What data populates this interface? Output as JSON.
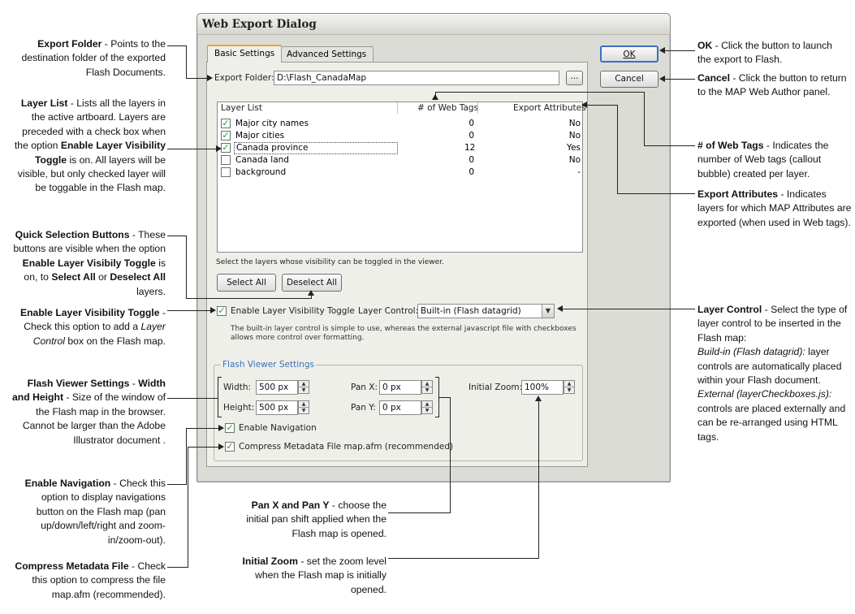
{
  "dialog": {
    "title": "Web Export Dialog",
    "tabs": [
      "Basic Settings",
      "Advanced Settings"
    ],
    "ok_label": "OK",
    "cancel_label": "Cancel",
    "export_folder_label": "Export Folder:",
    "export_folder_value": "D:\\Flash_CanadaMap",
    "browse_label": "...",
    "layer_list": {
      "headers": [
        "Layer List",
        "# of Web Tags",
        "Export Attributes"
      ],
      "rows": [
        {
          "name": "Major city names",
          "tags": "0",
          "attributes": "No",
          "checked": true
        },
        {
          "name": "Major cities",
          "tags": "0",
          "attributes": "No",
          "checked": true
        },
        {
          "name": "Canada province",
          "tags": "12",
          "attributes": "Yes",
          "checked": true
        },
        {
          "name": "Canada land",
          "tags": "0",
          "attributes": "No",
          "checked": false
        },
        {
          "name": "background",
          "tags": "0",
          "attributes": "-",
          "checked": false
        }
      ]
    },
    "select_hint": "Select the layers whose visibility can be toggled in the viewer.",
    "select_all_label": "Select All",
    "deselect_all_label": "Deselect All",
    "enable_toggle_label": "Enable Layer Visibility Toggle",
    "layer_control_label": "Layer Control:",
    "layer_control_value": "Built-in (Flash datagrid)",
    "layer_control_desc_1": "The built-in layer control is simple to use, whereas the external javascript file with checkboxes",
    "layer_control_desc_2": "allows more control over formatting.",
    "viewer_group_title": "Flash Viewer Settings",
    "width_label": "Width:",
    "width_value": "500 px",
    "height_label": "Height:",
    "height_value": "500 px",
    "panx_label": "Pan X:",
    "panx_value": "0 px",
    "pany_label": "Pan Y:",
    "pany_value": "0 px",
    "zoom_label": "Initial Zoom:",
    "zoom_value": "100%",
    "enable_navigation_label": "Enable Navigation",
    "compress_label": "Compress Metadata File map.afm (recommended)"
  },
  "annotations": {
    "export_folder": {
      "term": "Export Folder",
      "text": "- Points to the destination folder of the exported Flash Documents."
    },
    "layer_list": {
      "term": "Layer List",
      "text_1": "- Lists all the layers in the active artboard. Layers are preceded with a check box when the option ",
      "term_2": "Enable Layer Visibility Toggle",
      "text_2": " is on. All layers will be visible, but only checked layer will be toggable in the Flash map."
    },
    "quick_selection": {
      "term": "Quick Selection Buttons",
      "text_1": "- These buttons are visible when the option ",
      "term_2": "Enable Layer Visibily Toggle",
      "text_2": " is on, to ",
      "term_3": "Select All",
      "text_3": " or ",
      "term_4": "Deselect All",
      "text_4": " layers."
    },
    "enable_toggle": {
      "term": "Enable Layer Visibility Toggle",
      "text_1": " - Check this option to add a ",
      "term_2": "Layer Control",
      "text_2": " box on the Flash map."
    },
    "viewer_settings": {
      "term": "Flash Viewer Settings",
      "text_1": " - ",
      "term_2": "Width and Height",
      "text_2": " - Size of the window of the Flash map in the browser. Cannot be larger than the Adobe Illustrator document ."
    },
    "enable_navigation": {
      "term": "Enable Navigation",
      "text": " - Check this option to display navigations button on the Flash map (pan up/down/left/right and zoom-in/zoom-out)."
    },
    "compress": {
      "term": "Compress Metadata File",
      "text": " - Check this option to compress the file map.afm (recommended)."
    },
    "pan": {
      "term": "Pan X and Pan Y",
      "text": " - choose the initial pan shift applied when the Flash map is opened."
    },
    "zoom": {
      "term": "Initial Zoom",
      "text": " - set the zoom level when the Flash map is initially opened."
    },
    "ok": {
      "term": "OK",
      "text": " - Click the button to launch the export to Flash."
    },
    "cancel": {
      "term": "Cancel",
      "text": " - Click the button to return to the MAP Web Author panel."
    },
    "web_tags": {
      "term": "# of Web Tags",
      "text": " - Indicates the number of Web tags (callout bubble) created per layer."
    },
    "export_attributes": {
      "term": "Export Attributes",
      "text": " - Indicates layers for which MAP Attributes are exported (when used in Web tags)."
    },
    "layer_control": {
      "term": "Layer Control",
      "text_1": " - Select the type of layer control to be inserted in the Flash map:",
      "term_2": "Build-in (Flash datagrid):",
      "text_2": " layer controls are automatically placed within your Flash document.",
      "term_3": "External (layerCheckboxes.js):",
      "text_3": " controls are placed externally and can be re-arranged using HTML tags."
    }
  }
}
